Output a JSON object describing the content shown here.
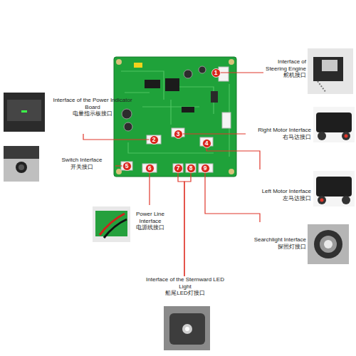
{
  "diagram": {
    "nodes": [
      {
        "text": [
          "1"
        ]
      },
      {
        "text": [
          "2"
        ]
      },
      {
        "text": [
          "3"
        ]
      },
      {
        "text": [
          "4"
        ]
      },
      {
        "text": [
          "5"
        ]
      },
      {
        "text": [
          "6"
        ]
      },
      {
        "text": [
          "7"
        ]
      },
      {
        "text": [
          "8"
        ]
      },
      {
        "text": [
          "9"
        ]
      },
      {
        "text": [
          "Interface of Steering Engine",
          "舵机接口"
        ]
      },
      {
        "text": [
          "Interface of the Power Indicator Board",
          "电量指示板接口"
        ]
      },
      {
        "text": [
          "Switch Interface",
          "开关接口"
        ]
      },
      {
        "text": [
          "Right Motor Interface",
          "右马达接口"
        ]
      },
      {
        "text": [
          "Left Motor Interface",
          "左马达接口"
        ]
      },
      {
        "text": [
          "Searchlight Interface",
          "探照灯接口"
        ]
      },
      {
        "text": [
          "Power Line Interface",
          "电源线接口"
        ]
      },
      {
        "text": [
          "Interface of the Sternward LED Light",
          "船尾LED灯接口"
        ]
      }
    ],
    "edges": [
      {
        "from": 0,
        "to": 9,
        "arrow": "none"
      },
      {
        "from": 1,
        "to": 10,
        "arrow": "none"
      },
      {
        "from": 2,
        "to": 12,
        "arrow": "none"
      },
      {
        "from": 3,
        "to": 13,
        "arrow": "none"
      },
      {
        "from": 4,
        "to": 11,
        "arrow": "none"
      },
      {
        "from": 5,
        "to": 15,
        "arrow": "none"
      },
      {
        "from": 6,
        "to": 16,
        "arrow": "none"
      },
      {
        "from": 7,
        "to": 16,
        "arrow": "none"
      },
      {
        "from": 8,
        "to": 14,
        "arrow": "none"
      }
    ]
  }
}
